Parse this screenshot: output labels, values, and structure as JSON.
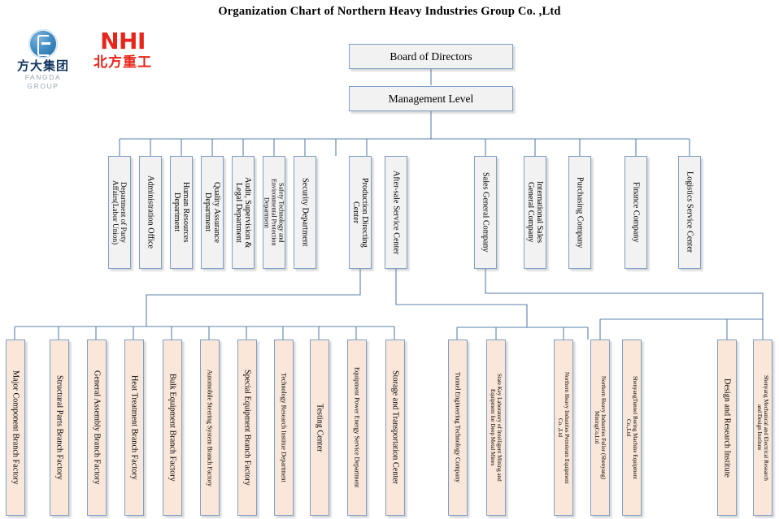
{
  "title": "Organization Chart of Northern Heavy Industries  Group Co. ,Ltd",
  "logos": {
    "fangda": {
      "mark": "fangda-emblem-icon",
      "cn": "方大集团",
      "en": "FANGDA GROUP"
    },
    "nhi": {
      "mark": "NHI",
      "cn": "北方重工"
    }
  },
  "top": [
    {
      "label": "Board of Directors"
    },
    {
      "label": "Management Level"
    }
  ],
  "departments_left": [
    {
      "label": "Department of Party\nAffairs(Labor Union)",
      "size": "sz-9"
    },
    {
      "label": "Administration Office",
      "size": "sz-10"
    },
    {
      "label": "Human Resources\nDepartment",
      "size": "sz-10"
    },
    {
      "label": "Quality Assurance\nDepartment",
      "size": "sz-10"
    },
    {
      "label": "Audit, Supervision &\nLegal Department",
      "size": "sz-10"
    },
    {
      "label": "Safety Technology and\nEnvironmental Protection\nDepartment",
      "size": "sz-8"
    },
    {
      "label": "Security Department",
      "size": "sz-10"
    },
    {
      "label": "Production Directing\nCenter",
      "size": "sz-10"
    },
    {
      "label": "After-sale Service Center",
      "size": "sz-10"
    }
  ],
  "departments_right": [
    {
      "label": "Sales General Company",
      "size": "sz-10"
    },
    {
      "label": "International Sales\nGeneral Company",
      "size": "sz-10"
    },
    {
      "label": "Purchasing Company",
      "size": "sz-10"
    },
    {
      "label": "Finance Company",
      "size": "sz-10"
    },
    {
      "label": "Logistics Service Center",
      "size": "sz-10"
    }
  ],
  "units_production": [
    {
      "label": "Major Component Branch Factory",
      "size": "sz-10"
    },
    {
      "label": "Structural Parts Branch Factory",
      "size": "sz-10"
    },
    {
      "label": "General Assembly Branch Factory",
      "size": "sz-10"
    },
    {
      "label": "Heat Treatment Branch Factory",
      "size": "sz-10"
    },
    {
      "label": "Bulk Equipment Branch Factory",
      "size": "sz-10"
    },
    {
      "label": "Automobile Steering System Branch Factory",
      "size": "sz-8"
    },
    {
      "label": "Special Equipment Branch Factory",
      "size": "sz-10"
    },
    {
      "label": "Technology Research Institue Department",
      "size": "sz-8"
    },
    {
      "label": "Testing Center",
      "size": "sz-10"
    },
    {
      "label": "Equipment Power Energy Service Department",
      "size": "sz-8"
    },
    {
      "label": "Storage and Transportation Center",
      "size": "sz-10"
    }
  ],
  "units_aftersale": [
    {
      "label": "Tunnel Engineering Technology Company",
      "size": "sz-8"
    },
    {
      "label": "State Key Laboratory of Intelligent Mining and\nEquipment for Deep Metal Mines",
      "size": "sz-7"
    }
  ],
  "units_sales": [
    {
      "label": "Northern Heavy Industries Petroleum Equipment\nCo. ,Ltd",
      "size": "sz-7"
    },
    {
      "label": "Northern Heavy Industries Fuller (Shenyang)\nMiningCo,Ltd",
      "size": "sz-7"
    },
    {
      "label": "ShenyangTunnel Boring Machine Equipment\nCo.,Ltd",
      "size": "sz-7"
    }
  ],
  "units_logistics": [
    {
      "label": "Design and Research Institute",
      "size": "sz-10"
    },
    {
      "label": "Shenyang Mechanical and Electrical Research\nand Design Institute",
      "size": "sz-7"
    }
  ],
  "colors": {
    "node_fill_gray": "#f2f2f2",
    "node_fill_peach": "#fbe7d9",
    "node_border": "#7f9fc6",
    "line": "#5a80ac",
    "nhi_red": "#e8251a",
    "fangda_blue": "#12355f"
  }
}
